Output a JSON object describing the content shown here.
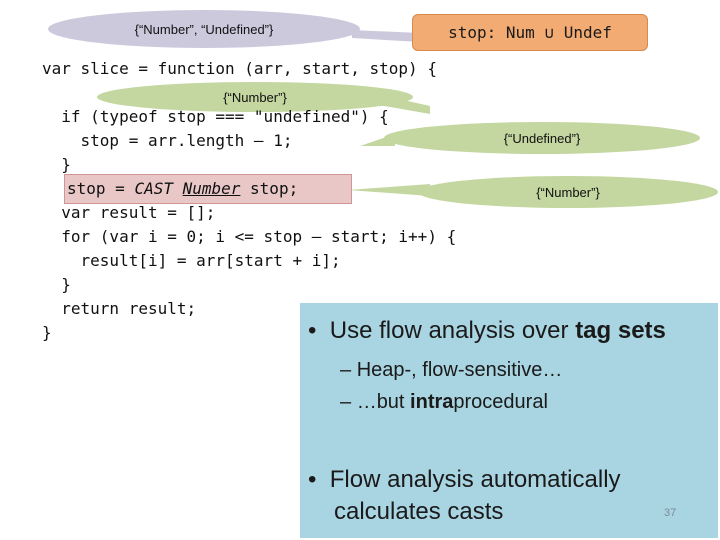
{
  "bubbles": {
    "top_tags": "{“Number”, “Undefined”}",
    "after_if": "{“Number”}",
    "in_if": "{“Undefined”}",
    "after_cast": "{“Number”}"
  },
  "type_box": "stop: Num ∪ Undef",
  "code": {
    "line1": "var slice = function (arr, start, stop) {",
    "line2": "  if (typeof stop === \"undefined\") {",
    "line3": "    stop = arr.length – 1;",
    "line4": "  }",
    "line5_prefix": "stop = ",
    "line5_cast": "CAST",
    "line5_type": "Number",
    "line5_suffix": " stop;",
    "line6": "  var result = [];",
    "line7": "  for (var i = 0; i <= stop – start; i++) {",
    "line8": "    result[i] = arr[start + i];",
    "line9": "  }",
    "line10": "  return result;",
    "line11": "}"
  },
  "panel": {
    "bullet1_prefix": "Use flow analysis over ",
    "bullet1_bold": "tag sets",
    "sub1": "Heap-, flow-sensitive…",
    "sub2_prefix": "…but ",
    "sub2_bold": "intra",
    "sub2_suffix": "procedural",
    "bullet2_line1": "Flow analysis automatically",
    "bullet2_line2": "calculates casts",
    "bullet_mark": "•",
    "dash_mark": "–"
  },
  "page_number": "37",
  "colors": {
    "bubble_purple": "#ccc9dd",
    "bubble_green": "#c4d7a0",
    "type_box": "#f2ab72",
    "cast_highlight": "#e9c7c7",
    "panel": "#a9d4e1"
  }
}
